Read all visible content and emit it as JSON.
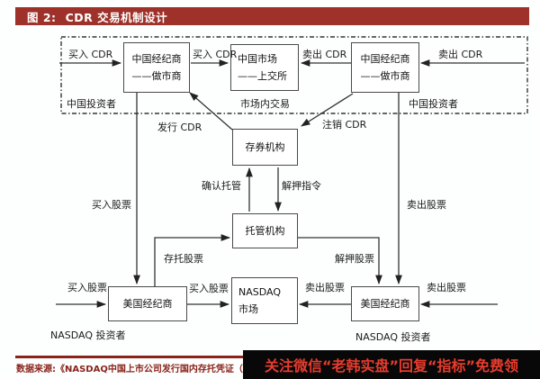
{
  "header": {
    "figure_label": "图 2:",
    "title": "CDR 交易机制设计"
  },
  "diagram": {
    "boxes": {
      "cn_broker_left": {
        "line1": "中国经纪商",
        "line2": "——做市商"
      },
      "cn_market": {
        "line1": "中国市场",
        "line2": "——上交所"
      },
      "cn_broker_right": {
        "line1": "中国经纪商",
        "line2": "——做市商"
      },
      "depository": {
        "line1": "存券机构"
      },
      "custodian": {
        "line1": "托管机构"
      },
      "us_broker_left": {
        "line1": "美国经纪商"
      },
      "nasdaq_market": {
        "line1": "NASDAQ",
        "line2": "市场"
      },
      "us_broker_right": {
        "line1": "美国经纪商"
      }
    },
    "labels": {
      "buy_cdr_1": "买入 CDR",
      "buy_cdr_2": "买入 CDR",
      "sell_cdr_1": "卖出 CDR",
      "sell_cdr_2": "卖出 CDR",
      "cn_investor_left": "中国投资者",
      "market_internal_trade": "市场内交易",
      "cn_investor_right": "中国投资者",
      "issue_cdr": "发行 CDR",
      "cancel_cdr": "注销 CDR",
      "buy_stock_long": "买入股票",
      "sell_stock_long": "卖出股票",
      "confirm_custody": "确认托管",
      "release_instruction": "解押指令",
      "deposit_stock": "存托股票",
      "release_stock": "解押股票",
      "buy_stock_1": "买入股票",
      "buy_stock_2": "买入股票",
      "sell_stock_1": "卖出股票",
      "sell_stock_2": "卖出股票",
      "nasdaq_investor_left": "NASDAQ 投资者",
      "nasdaq_investor_right": "NASDAQ 投资者"
    }
  },
  "footer": {
    "source_text": "数据来源:《NASDAQ中国上市公司发行国内存托凭证（CDR）"
  },
  "banner": {
    "text": "关注微信“老韩实盘”回复“指标”免费领"
  },
  "colors": {
    "header_bg": "#9e322a",
    "source_text": "#8a241b",
    "banner_bg": "#080808",
    "banner_text": "#e73c2e",
    "line": "#333333"
  }
}
